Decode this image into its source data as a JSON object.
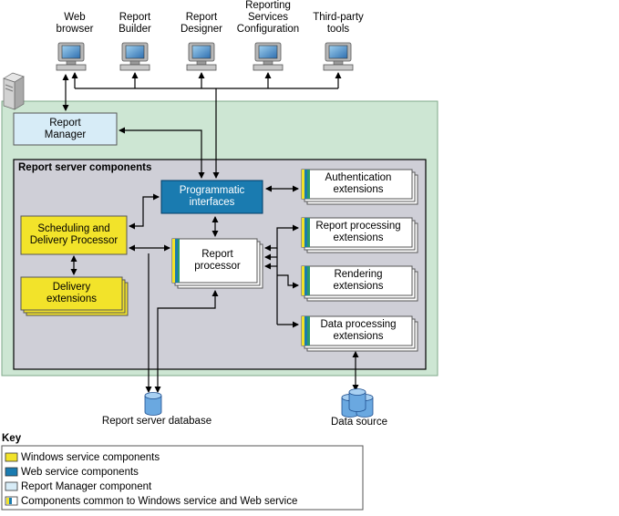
{
  "clients": [
    {
      "id": "web-browser",
      "label": "Web\nbrowser"
    },
    {
      "id": "report-builder",
      "label": "Report\nBuilder"
    },
    {
      "id": "report-designer",
      "label": "Report\nDesigner"
    },
    {
      "id": "rs-configuration",
      "label": "Reporting\nServices\nConfiguration"
    },
    {
      "id": "third-party-tools",
      "label": "Third-party\ntools"
    }
  ],
  "report_manager": "Report\nManager",
  "server_components": {
    "title": "Report server components",
    "programmatic_interfaces": "Programmatic\ninterfaces",
    "scheduling": "Scheduling and\nDelivery Processor",
    "delivery_extensions": "Delivery\nextensions",
    "report_processor": "Report\nprocessor",
    "authentication_extensions": "Authentication\nextensions",
    "report_processing_extensions": "Report processing\nextensions",
    "rendering_extensions": "Rendering\nextensions",
    "data_processing_extensions": "Data processing\nextensions"
  },
  "report_server_database": "Report server database",
  "data_source": "Data source",
  "key": {
    "title": "Key",
    "items": [
      {
        "label": "Windows service components",
        "swatch": "windows"
      },
      {
        "label": "Web service components",
        "swatch": "web"
      },
      {
        "label": "Report Manager component",
        "swatch": "manager"
      },
      {
        "label": "Components common to Windows service and Web service",
        "swatch": "common"
      }
    ]
  },
  "colors": {
    "windows_service": "#f2e32a",
    "web_service": "#1a7bb0",
    "report_manager": "#d7ecf7",
    "server_area": "#cde6d3",
    "components_area": "#cfcfd7",
    "common_stripe_a": "#f2e32a",
    "common_stripe_b": "#1a7bb0",
    "common_stripe_c": "#2a9a6a"
  }
}
